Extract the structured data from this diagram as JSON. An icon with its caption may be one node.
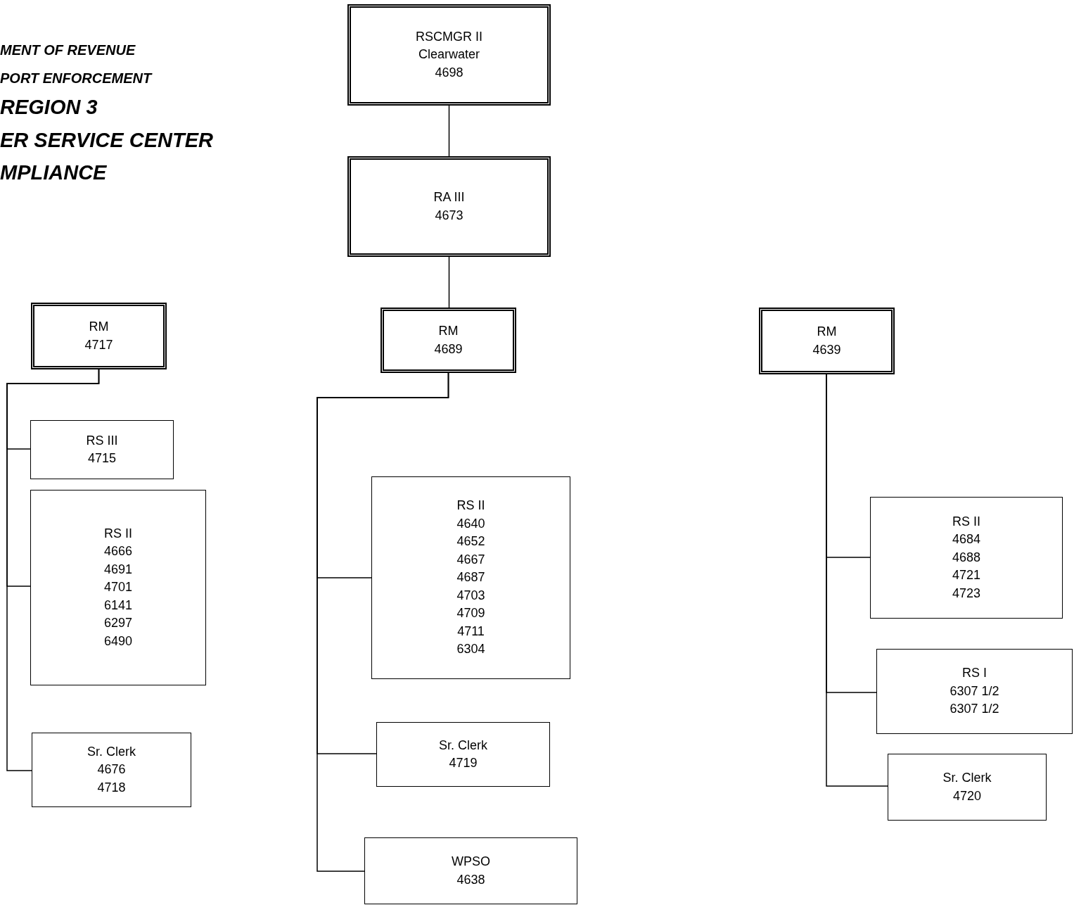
{
  "diagram": {
    "nodes": [
      {
        "text": [
          "RSCMGR II",
          "Clearwater",
          "4698"
        ]
      },
      {
        "text": [
          "RA III",
          "4673"
        ]
      },
      {
        "text": [
          "RM",
          "4717"
        ]
      },
      {
        "text": [
          "RM",
          "4689"
        ]
      },
      {
        "text": [
          "RM",
          "4639"
        ]
      },
      {
        "text": [
          "RS III",
          "4715"
        ]
      },
      {
        "text": [
          "RS II",
          "4666",
          "4691",
          "4701",
          "6141",
          "6297",
          "6490"
        ]
      },
      {
        "text": [
          "Sr. Clerk",
          "4676",
          "4718"
        ]
      },
      {
        "text": [
          "RS II",
          "4640",
          "4652",
          "4667",
          "4687",
          "4703",
          "4709",
          "4711",
          "6304"
        ]
      },
      {
        "text": [
          "Sr. Clerk",
          "4719"
        ]
      },
      {
        "text": [
          "WPSO",
          "4638"
        ]
      },
      {
        "text": [
          "RS II",
          "4684",
          "4688",
          "4721",
          "4723"
        ]
      },
      {
        "text": [
          "RS I",
          "6307 1/2",
          "6307 1/2"
        ]
      },
      {
        "text": [
          "Sr. Clerk",
          "4720"
        ]
      }
    ],
    "edges": [
      {
        "from": 0,
        "to": 1,
        "arrow": "none"
      },
      {
        "from": 1,
        "to": 3,
        "arrow": "none"
      },
      {
        "from": 2,
        "to": 5,
        "arrow": "none"
      },
      {
        "from": 2,
        "to": 6,
        "arrow": "none"
      },
      {
        "from": 2,
        "to": 7,
        "arrow": "none"
      },
      {
        "from": 3,
        "to": 8,
        "arrow": "none"
      },
      {
        "from": 3,
        "to": 9,
        "arrow": "none"
      },
      {
        "from": 3,
        "to": 10,
        "arrow": "none"
      },
      {
        "from": 4,
        "to": 11,
        "arrow": "none"
      },
      {
        "from": 4,
        "to": 12,
        "arrow": "none"
      },
      {
        "from": 4,
        "to": 13,
        "arrow": "none"
      }
    ],
    "labels": [
      "MENT OF REVENUE",
      "PORT ENFORCEMENT",
      "REGION 3",
      "ER SERVICE CENTER",
      "MPLIANCE"
    ]
  }
}
